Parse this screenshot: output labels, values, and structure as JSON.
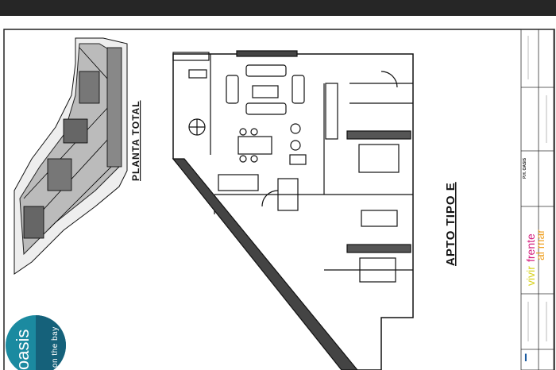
{
  "plan": {
    "overview_label": "PLANTA TOTAL",
    "unit_label": "APTO TIPO E"
  },
  "title_block": {
    "project": "P.H. OASIS",
    "brand_line1": "vivir",
    "brand_line2": "frente",
    "brand_line3": "al mar",
    "logo_text": "oasis",
    "logo_subtext": "on the bay"
  },
  "colors": {
    "brand_yellow": "#d8d21e",
    "brand_magenta": "#d6207f",
    "brand_orange": "#f0a020",
    "logo_teal": "#1b8aa0"
  }
}
